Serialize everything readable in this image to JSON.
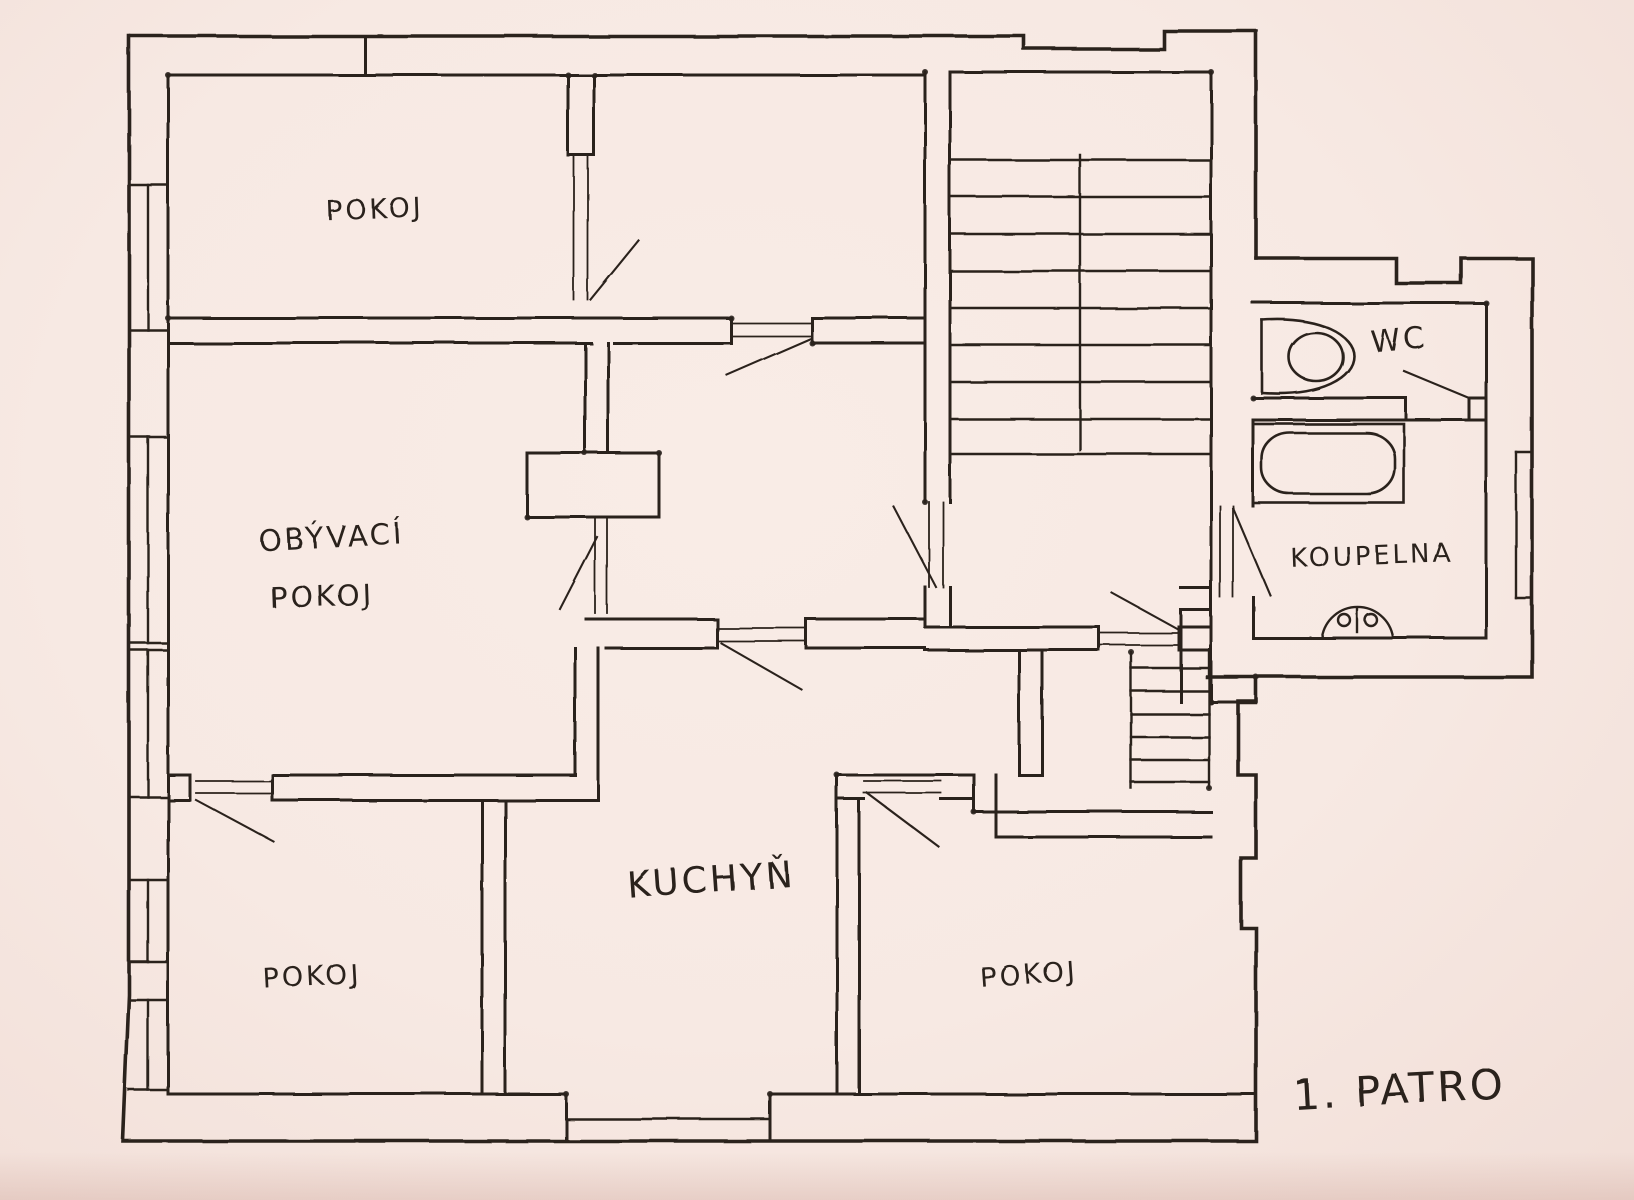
{
  "colors": {
    "paper": "#f7e9e3",
    "ink": "#2b221d"
  },
  "floor_label": "1. PATRO",
  "labels": {
    "room_top_left": "POKOJ",
    "living_room_line1": "OBÝVACÍ",
    "living_room_line2": "POKOJ",
    "kitchen": "KUCHYŇ",
    "room_bottom_left": "POKOJ",
    "room_bottom_right": "POKOJ",
    "wc": "WC",
    "bathroom": "KOUPELNA"
  }
}
